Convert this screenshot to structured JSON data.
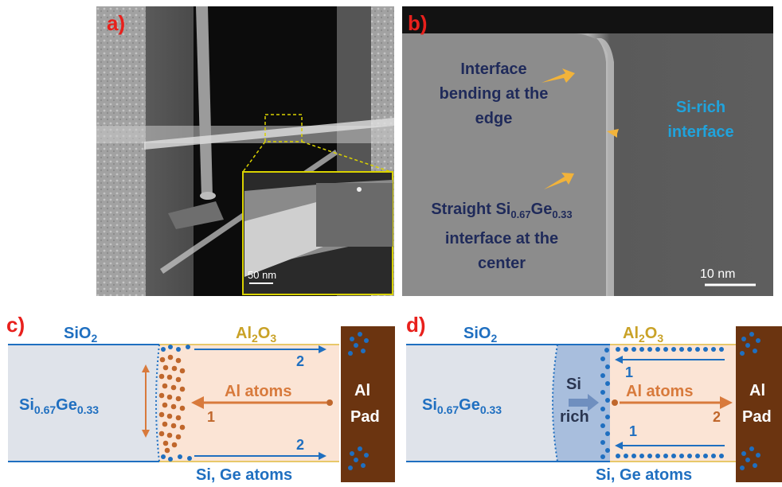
{
  "panel_a": {
    "label": "a)",
    "scale_bar": "50 nm"
  },
  "panel_b": {
    "label": "b)",
    "annotation_edge": [
      "Interface",
      "bending at the",
      "edge"
    ],
    "annotation_center_prefix": "Straight Si",
    "annotation_center_sub1": "0.67",
    "annotation_center_mid": "Ge",
    "annotation_center_sub2": "0.33",
    "annotation_center_rest": [
      "interface at the",
      "center"
    ],
    "annotation_si_rich": [
      "Si-rich",
      "interface"
    ],
    "scale_bar": "10 nm"
  },
  "panel_c": {
    "label": "c)",
    "sio2_main": "SiO",
    "sio2_sub": "2",
    "al2o3_a": "Al",
    "al2o3_sub1": "2",
    "al2o3_b": "O",
    "al2o3_sub2": "3",
    "sige_a": "Si",
    "sige_sub1": "0.67",
    "sige_b": "Ge",
    "sige_sub2": "0.33",
    "al_atoms": "Al atoms",
    "num_1": "1",
    "num_2_top": "2",
    "num_2_bottom": "2",
    "pad_line1": "Al",
    "pad_line2": "Pad",
    "si_ge_atoms": "Si, Ge atoms"
  },
  "panel_d": {
    "label": "d)",
    "sio2_main": "SiO",
    "sio2_sub": "2",
    "al2o3_a": "Al",
    "al2o3_sub1": "2",
    "al2o3_b": "O",
    "al2o3_sub2": "3",
    "sige_a": "Si",
    "sige_sub1": "0.67",
    "sige_b": "Ge",
    "sige_sub2": "0.33",
    "si_rich_line1": "Si",
    "si_rich_line2": "rich",
    "al_atoms": "Al atoms",
    "num_1_top": "1",
    "num_1_bottom": "1",
    "num_2": "2",
    "pad_line1": "Al",
    "pad_line2": "Pad",
    "si_ge_atoms": "Si, Ge atoms"
  },
  "colors": {
    "sio2_blue": "#1f6fc0",
    "al2o3_gold": "#c9a227",
    "atom_blue": "#1f6fc0",
    "al_orange": "#d87a3c",
    "al_dot": "#c0672c",
    "pad_brown": "#6b3410",
    "panel_label_red": "#e8201c",
    "navy_text": "#1f2a5a",
    "si_rich_cyan": "#20a3dc",
    "inset_yellow": "#d9d200"
  }
}
